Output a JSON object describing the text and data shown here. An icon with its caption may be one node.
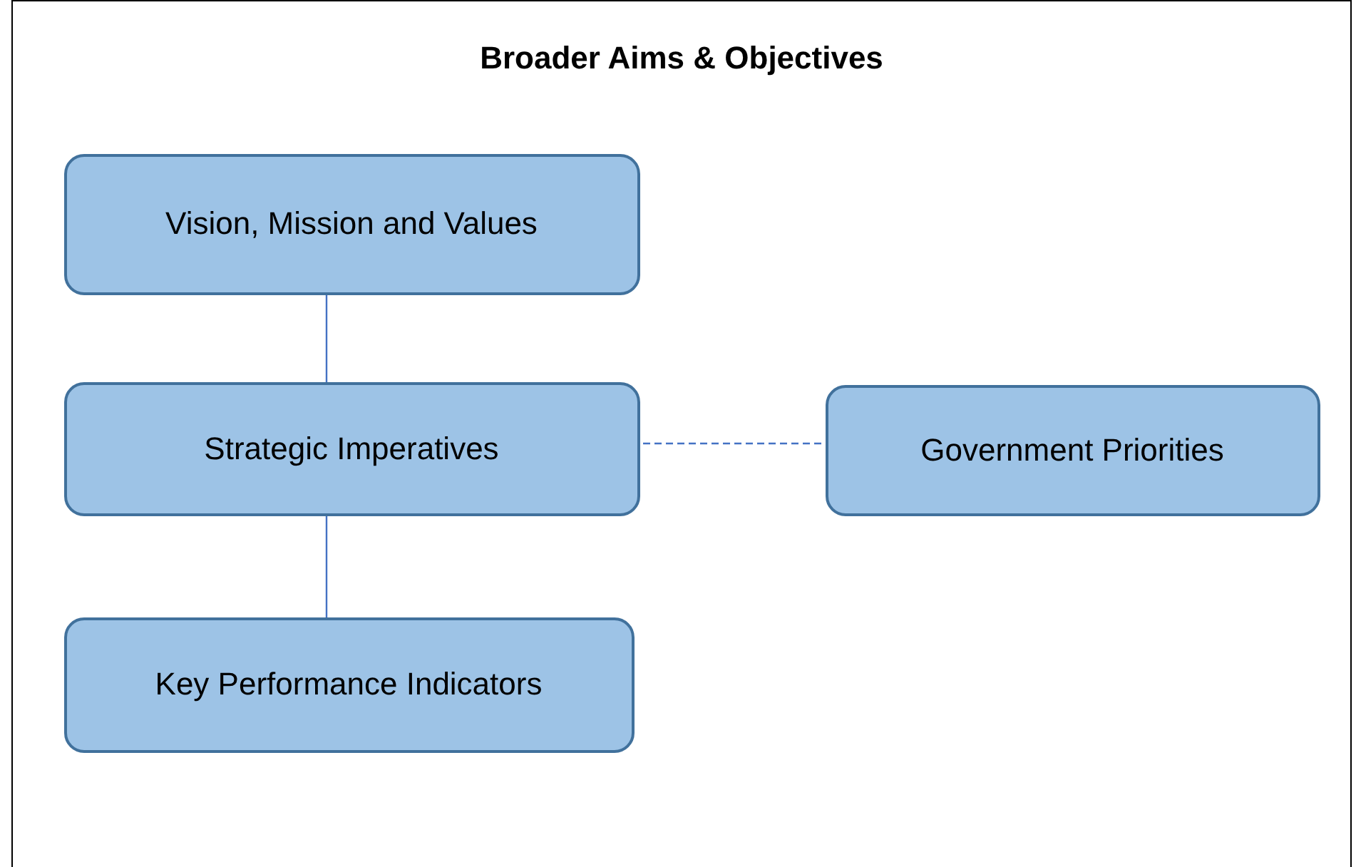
{
  "diagram": {
    "nodes": [
      {
        "text": [
          "Broader Aims & Objectives"
        ]
      },
      {
        "text": [
          "Vision, Mission and Values"
        ],
        "in": 0
      },
      {
        "text": [
          "Strategic Imperatives"
        ],
        "in": 0
      },
      {
        "text": [
          "Government Priorities"
        ],
        "in": 0
      },
      {
        "text": [
          "Key Performance Indicators"
        ],
        "in": 0
      }
    ],
    "edges": [
      {
        "from": 1,
        "to": 2,
        "arrow": "none"
      },
      {
        "from": 2,
        "to": 4,
        "arrow": "none"
      },
      {
        "from": 2,
        "to": 3,
        "arrow": "none",
        "style": "dashed"
      }
    ]
  }
}
